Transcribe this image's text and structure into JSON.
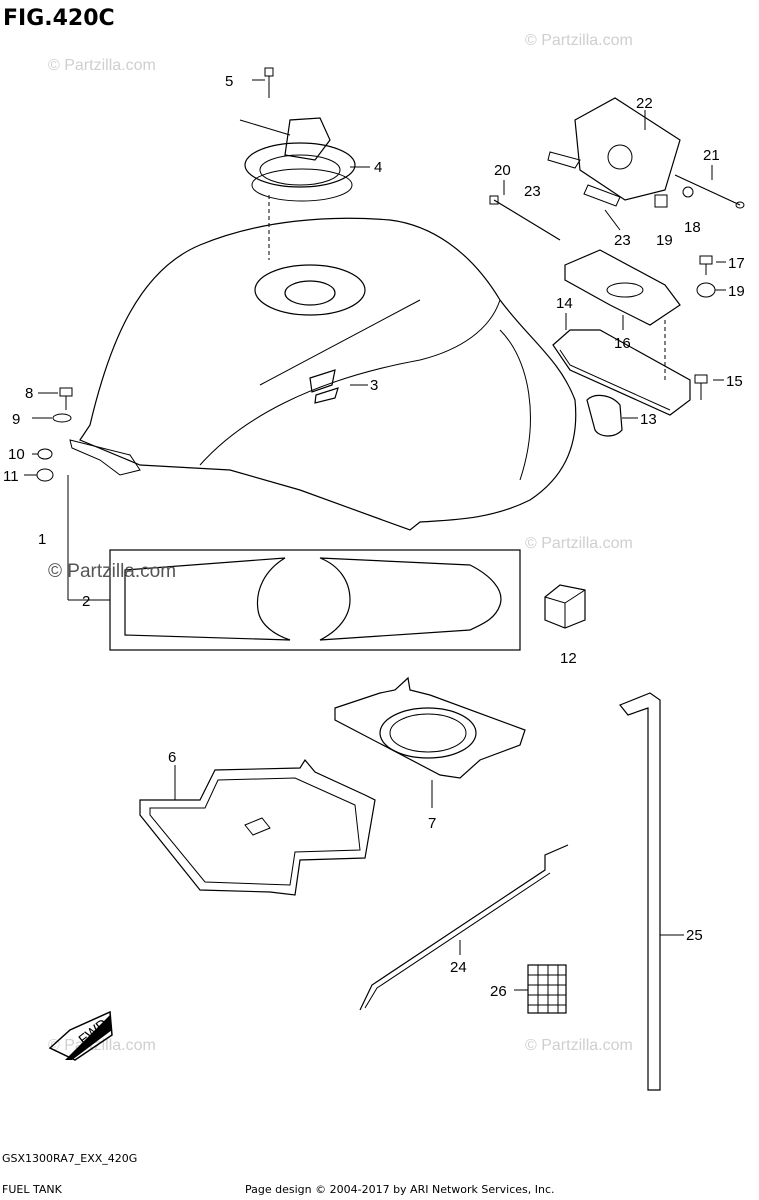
{
  "figure": {
    "title": "FIG.420C",
    "code": "GSX1300RA7_EXX_420G",
    "name": "FUEL TANK",
    "copyright": "Page design © 2004-2017 by ARI Network Services, Inc."
  },
  "watermark": {
    "text": "© Partzilla.com",
    "overlay_text": "© Partzilla.com"
  },
  "fwd_label": "FWD",
  "callouts": [
    "1",
    "2",
    "3",
    "4",
    "5",
    "6",
    "7",
    "8",
    "9",
    "10",
    "11",
    "12",
    "13",
    "14",
    "15",
    "16",
    "17",
    "18",
    "19",
    "19",
    "20",
    "21",
    "22",
    "23",
    "23",
    "24",
    "25",
    "26"
  ]
}
